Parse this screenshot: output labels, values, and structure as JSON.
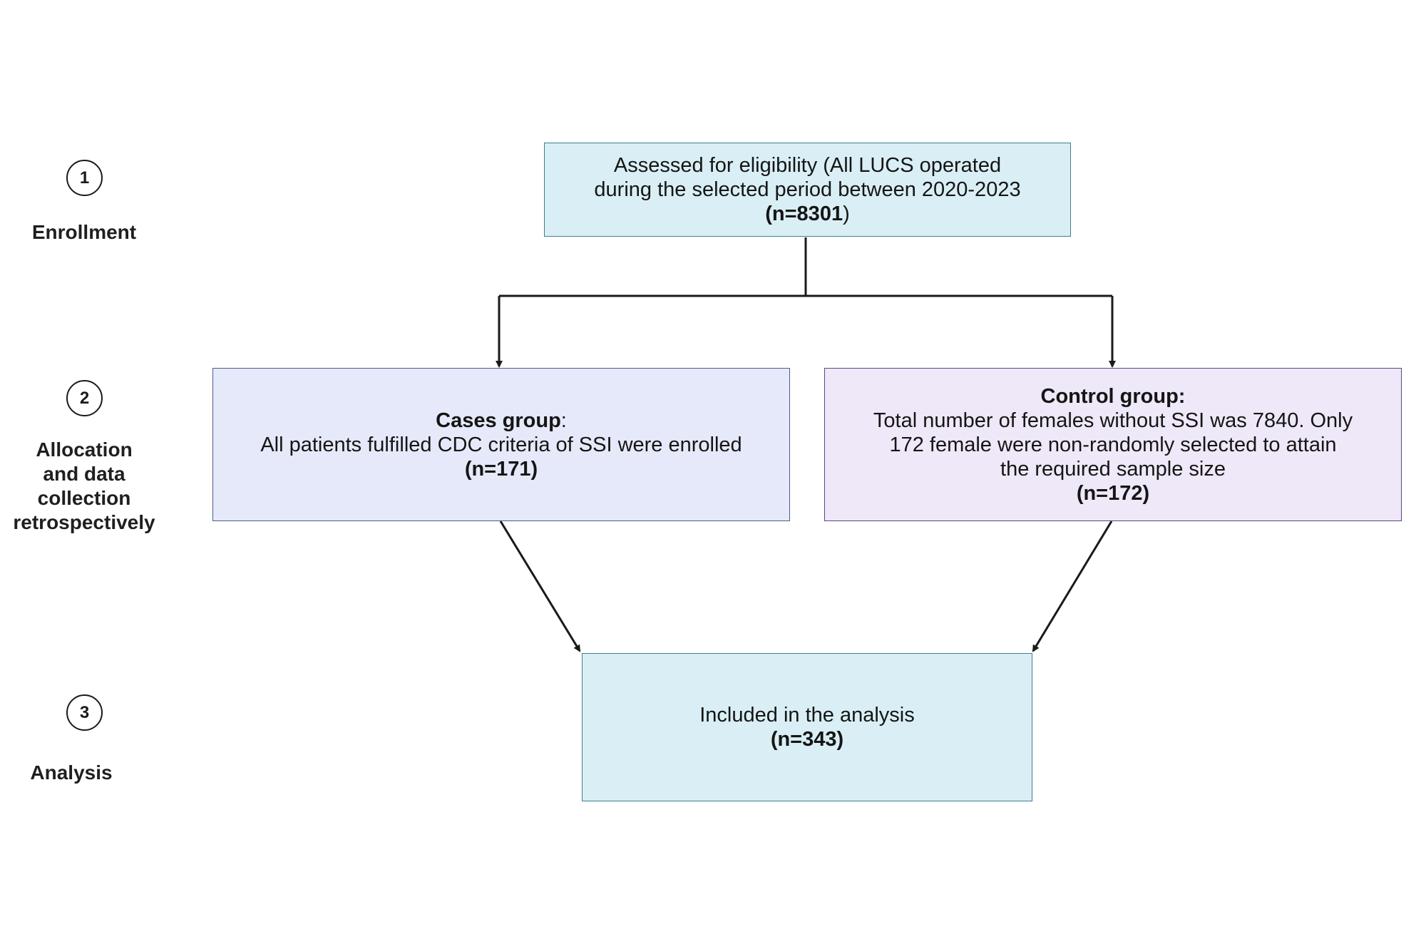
{
  "stages": [
    {
      "number": "1",
      "label": "Enrollment"
    },
    {
      "number": "2",
      "label_lines": [
        "Allocation",
        "and data",
        "collection",
        "retrospectively"
      ]
    },
    {
      "number": "3",
      "label": "Analysis"
    }
  ],
  "boxes": {
    "eligibility": {
      "line1": "Assessed for eligibility (All LUCS operated",
      "line2": "during the selected period between 2020-2023",
      "count": "(n=8301",
      "count_close": ")"
    },
    "cases": {
      "title": "Cases group",
      "title_suffix": ":",
      "line1": "All patients fulfilled CDC criteria of SSI were enrolled",
      "count": "(n=171)"
    },
    "control": {
      "title": "Control group:",
      "line1": "Total number of females without SSI was 7840. Only",
      "line2": "172 female were non-randomly selected to attain",
      "line3": "the required sample size",
      "count": "(n=172)"
    },
    "analysis": {
      "line1": "Included in the analysis",
      "count": "(n=343)"
    }
  },
  "colors": {
    "teal_fill": "#d9eff5",
    "blue_fill": "#e6e9f9",
    "purple_fill": "#efe8f8",
    "connector": "#1a1a1a"
  }
}
